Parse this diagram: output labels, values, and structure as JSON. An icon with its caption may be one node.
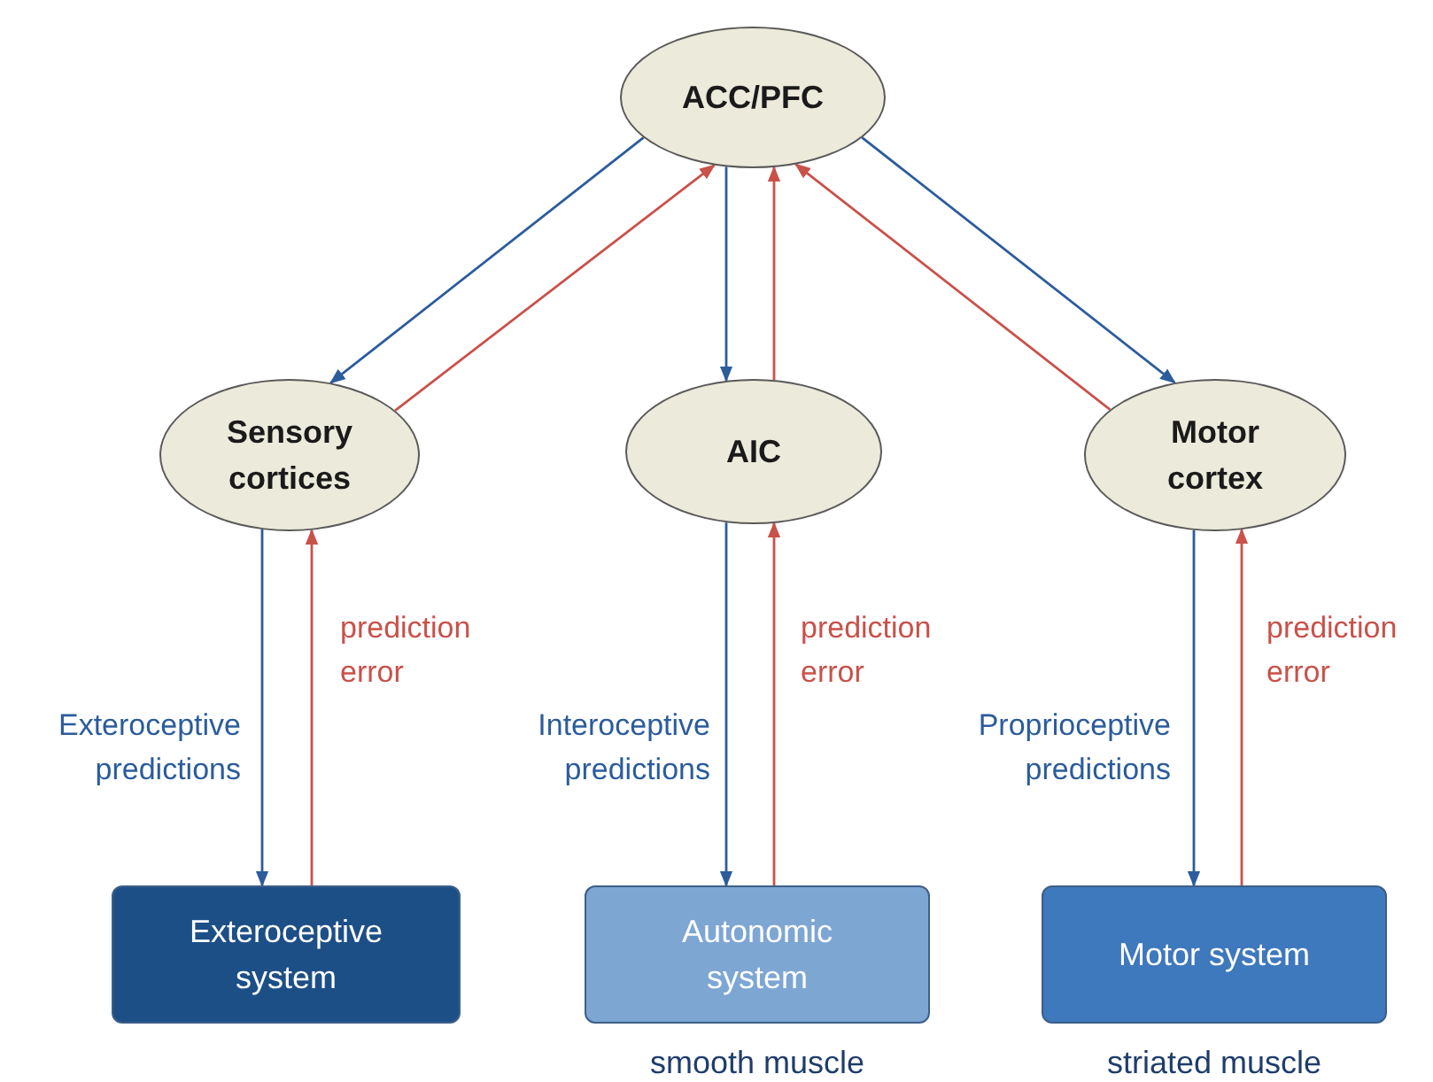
{
  "diagram": {
    "nodes": [
      {
        "text": [
          "ACC/PFC"
        ]
      },
      {
        "text": [
          "Sensory cortices"
        ]
      },
      {
        "text": [
          "AIC"
        ]
      },
      {
        "text": [
          "Motor cortex"
        ]
      },
      {
        "text": [
          "Exteroceptive system"
        ]
      },
      {
        "text": [
          "Autonomic system"
        ],
        "beside": [
          "smooth muscle"
        ]
      },
      {
        "text": [
          "Motor system"
        ],
        "beside": [
          "striated muscle"
        ]
      }
    ],
    "edges": [
      {
        "from": 0,
        "to": 1,
        "arrow": "to"
      },
      {
        "from": 1,
        "to": 0,
        "arrow": "to",
        "color": "#c9514a"
      },
      {
        "from": 0,
        "to": 2,
        "arrow": "to"
      },
      {
        "from": 2,
        "to": 0,
        "arrow": "to",
        "color": "#c9514a"
      },
      {
        "from": 0,
        "to": 3,
        "arrow": "to"
      },
      {
        "from": 3,
        "to": 0,
        "arrow": "to",
        "color": "#c9514a"
      },
      {
        "from": 1,
        "to": 4,
        "arrow": "to",
        "label": "Exteroceptive predictions"
      },
      {
        "from": 4,
        "to": 1,
        "arrow": "to",
        "label": "prediction error",
        "color": "#c9514a"
      },
      {
        "from": 2,
        "to": 5,
        "arrow": "to",
        "label": "Interoceptive predictions"
      },
      {
        "from": 5,
        "to": 2,
        "arrow": "to",
        "label": "prediction error",
        "color": "#c9514a"
      },
      {
        "from": 3,
        "to": 6,
        "arrow": "to",
        "label": "Proprioceptive predictions"
      },
      {
        "from": 6,
        "to": 3,
        "arrow": "to",
        "label": "prediction error",
        "color": "#c9514a"
      }
    ]
  }
}
